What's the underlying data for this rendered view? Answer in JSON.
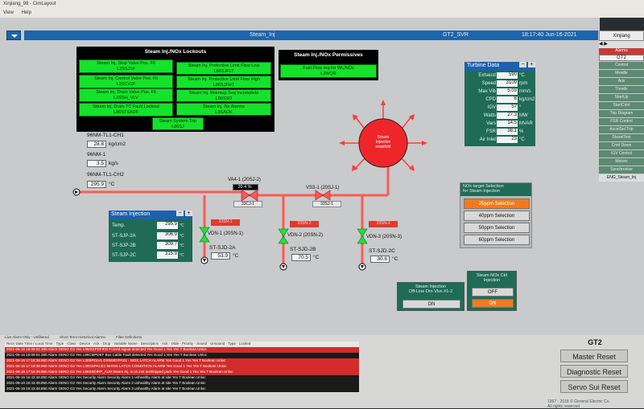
{
  "window": {
    "title": "Xinjiang_98 - CimLayout",
    "menu": [
      "View",
      "Help"
    ]
  },
  "header": {
    "center": "Steam_Inj",
    "unit": "GT2_SVR",
    "time": "18:17:40 Jun-16-2021"
  },
  "nav": {
    "site": "Xinjiang",
    "alarms": "Alarms",
    "selected": "GT2",
    "items": [
      "Control",
      "Mvwlbr",
      "Aux",
      "Trends",
      "StartUp",
      "StartCntrl",
      "Trip Diagram",
      "FSR Control",
      "AccelSel Trip",
      "DieselTest",
      "Cmd Down",
      "IGV Control",
      "Motors",
      "Synchronize",
      "ENG_Steam_Inj"
    ]
  },
  "lockouts": {
    "title": "Steam Inj./NOx Lockouts",
    "items": [
      "Steam Inj. Stop Valve Pos. Flt\nL3SSJ1F",
      "Steam Inj. Control Valve Pos. Flt\nL3SCV2F",
      "Steam Inj. Drain Valve Pos. Flt\nL3SSH_VLV",
      "Steam Inj. Drain TC Fault Lockout\nL86STSADF",
      "Steam Inj. Protective Limit Flow Low\nL86SJFLT",
      "Steam Inj. Protective Limit Flow High\nL86SJFHT",
      "Steam Inj. Warmup Seq Incomplete\nL86SSD",
      "Steam Inj. No Alarms\nL3SAOK",
      "Steam System Trip\nL86SJ"
    ]
  },
  "permissives": {
    "title": "Steam Inj./NOx Permissives",
    "item": "Fuel Flow req for WL/NOx\nL3WQR"
  },
  "process": {
    "tl1_label": "96NM-TL1-CH1",
    "tl1_value": "28.8",
    "tl1_unit": "kg/cm2",
    "flow_label": "96NM-1",
    "flow_value": "3.5",
    "flow_unit": "kg/s",
    "tl2_label": "96NM-TL1-CH2",
    "tl2_value": "295.9",
    "tl2_unit": "°C",
    "manifold": "Steam\nInjection\nmanifold",
    "va4_label": "VA4-1 (20SJ-2)",
    "va4_value": "20.4 %",
    "va4_tag": "33CJ-1",
    "vs3_label": "VS3-1 (20SJ-1)",
    "vs3_tag": "33SJ-1",
    "vdn1": "VDN-1 (20SN-1)",
    "vdn2": "VDN-2 (20SN-2)",
    "vdn3": "VDN-3 (20SN-3)",
    "vdn_tag1": "33SN-1",
    "vdn_tag2": "33SN-2",
    "vdn_tag3": "33SN-3",
    "sjd1": "ST-SJD-2A",
    "sjd1_v": "53.9",
    "sjd2": "ST-SJD-2B",
    "sjd2_v": "70.5",
    "sjd3": "ST-SJD-2C",
    "sjd3_v": "30.6",
    "deg": "°C"
  },
  "turbine": {
    "title": "Turbine Data",
    "rows": [
      {
        "k": "Exhaust",
        "v": "590",
        "u": "°C"
      },
      {
        "k": "Speed",
        "v": "3109",
        "u": "rpm"
      },
      {
        "k": "Max Vib",
        "v": "5.03",
        "u": "mm/s"
      },
      {
        "k": "CPD",
        "v": "8",
        "u": "kg/cm2"
      },
      {
        "k": "IGV",
        "v": "57",
        "u": "°"
      },
      {
        "k": "Watts",
        "v": "27.3",
        "u": "MW"
      },
      {
        "k": "Vars",
        "v": "14.5",
        "u": "MVAR"
      },
      {
        "k": "FSR",
        "v": "38.1",
        "u": "%"
      },
      {
        "k": "Air Inlet",
        "v": "23",
        "u": "°C"
      }
    ]
  },
  "steam_injection": {
    "title": "Steam Injection",
    "rows": [
      {
        "k": "Temp.",
        "v": "295.9",
        "u": "°C"
      },
      {
        "k": "ST-SJP-2A",
        "v": "306.9",
        "u": "°C"
      },
      {
        "k": "ST-SJP-2B",
        "v": "309.7",
        "u": "°C"
      },
      {
        "k": "ST-SJP-2C",
        "v": "315.9",
        "u": "°C"
      }
    ]
  },
  "nox_target": {
    "title": "NOx target Selection\nfor Steam Injection",
    "options": [
      "25ppm Selection",
      "40ppm Selection",
      "50ppm Selection",
      "60ppm Selection"
    ],
    "selected_index": 0
  },
  "offline": {
    "title": "Steam Injection\nOff-Line Drn Vlvs #1-2",
    "value": "ON"
  },
  "nox_ctrl": {
    "title": "Steam NOx Ctrl\nInjection",
    "off": "OFF",
    "on": "ON"
  },
  "alarm_toolbar": {
    "tabs": [
      "Live Alarm Only - Unfiltered",
      "Short Term Historical Alarms",
      "Filter Definitions"
    ]
  },
  "alarm_table": {
    "headers": [
      "Recv Date Time / Local Time",
      "Type",
      "Class",
      "Device",
      "Ack",
      "Drop",
      "Variable Name",
      "Description",
      "Ack",
      "Olde",
      "Priority",
      "Sound",
      "Unsound",
      "Type",
      "Locked"
    ],
    "rows": [
      {
        "color": "red",
        "text": "2021-06-16 18:09:01.380  Alarm  GENO  G2  Yes  L86ISSPDFIED  Forced signal detected  Yes  Good  1  Yes  Yes  T  Boolean  Unloc"
      },
      {
        "color": "blk",
        "text": "2021-06-16 18:09:01.380  Alarm  GENO  G2  Yes  L86CMPDEF  Bus Cable Fault detected  Yes  Good  1  Yes  Yes  T  Boolean  Unloc"
      },
      {
        "color": "red",
        "text": "2021-06-16 17:18:38.960  Alarm  GENO  G2  Yes  L30SPDLVL  DSNSBYPAS1 - MOX LATCH ALARM  Yes  Good  1  Yes  Yes  T  Boolean  Unloc"
      },
      {
        "color": "red",
        "text": "2021-06-16 17:18:38.960  Alarm  GENO  G2  Yes  L30GSPACE1  MAINS LATCH CONDITION ALARM  Yes  Good  1  Yes  Yes  T  Boolean  Unloc"
      },
      {
        "color": "red",
        "text": "2021-06-16 17:18:38.960  Alarm  GENO  G2  Yes  L86SSDIRP_ALM  Steam Inj. is on inst test/tripped pack  Yes  Good  1  Yes  Yes  T  Boolean  Unloc"
      },
      {
        "color": "blk",
        "text": "2021-06-16 16:43:48.850  Alarm  GENO  G2  Yes  Security Alarm  Security Alarm 1 unhealthy  Alarm at site  Yes  T  Boolean  Unloc"
      },
      {
        "color": "blk",
        "text": "2021-06-16 16:43:48.850  Alarm  GENO  G2  Yes  Security Alarm  Security Alarm 2 unhealthy  Alarm at site  Yes  T  Boolean  Unloc"
      },
      {
        "color": "blk",
        "text": "2021-06-16 16:43:48.850  Alarm  GENO  G2  Yes  Security Alarm  Security Alarm 3 unhealthy  Alarm at site  Yes  T  Boolean  Unloc"
      }
    ]
  },
  "reset_panel": {
    "title": "GT2",
    "buttons": [
      "Master Reset",
      "Diagnostic Reset",
      "Servo Sui Reset"
    ],
    "copyright": "1997 - 2018 © General Electric Co.\nAll rights reserved"
  }
}
